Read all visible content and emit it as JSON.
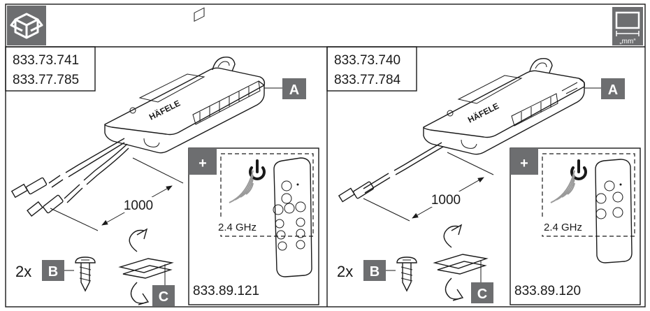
{
  "header": {
    "package_icon": "package-icon",
    "unit_icon": "dimension-unit-icon",
    "unit_label": "„mm“"
  },
  "panels": [
    {
      "codes": [
        "833.73.741",
        "833.77.785"
      ],
      "badge_a": "A",
      "dimension": "1000",
      "quantity": "2x",
      "badge_b": "B",
      "badge_c": "C",
      "plus": "+",
      "frequency": "2.4 GHz",
      "remote_code": "833.89.121"
    },
    {
      "codes": [
        "833.73.740",
        "833.77.784"
      ],
      "badge_a": "A",
      "dimension": "1000",
      "quantity": "2x",
      "badge_b": "B",
      "badge_c": "C",
      "plus": "+",
      "frequency": "2.4 GHz",
      "remote_code": "833.89.120"
    }
  ],
  "colors": {
    "badge": "#6d6e70",
    "line": "#1a1a1a",
    "background": "#ffffff"
  }
}
